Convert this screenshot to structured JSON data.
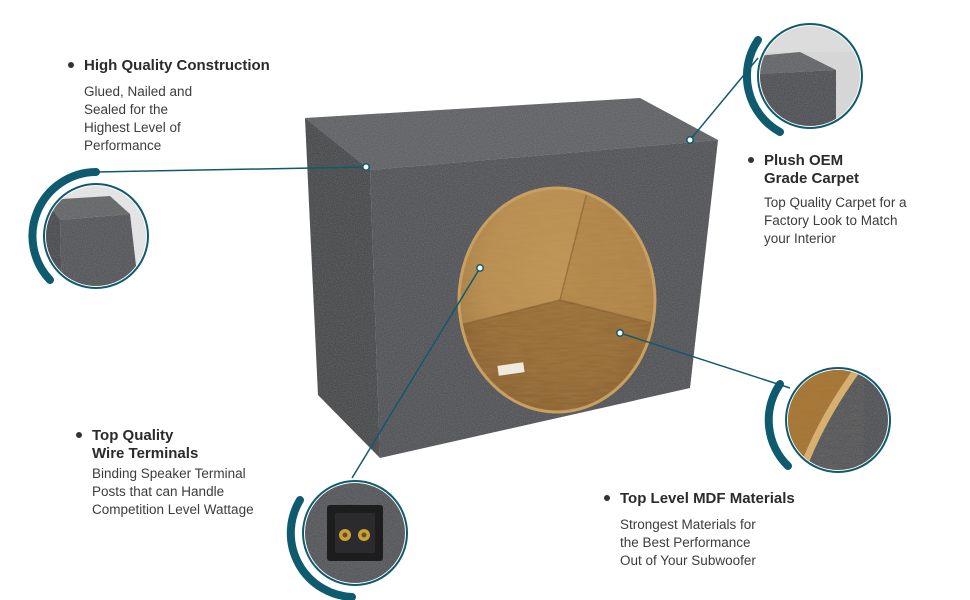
{
  "colors": {
    "accent_teal": "#0e5a6e",
    "carpet_gray": "#4a4b4d",
    "carpet_dark": "#3a3b3d",
    "mdf_tan": "#c79d5c",
    "text_dark": "#2b2b2b"
  },
  "features": {
    "construction": {
      "title": [
        "High Quality Construction"
      ],
      "desc": [
        "Glued, Nailed and",
        "Sealed for the",
        "Highest Level of",
        "Performance"
      ],
      "icon": "carpet-corner-detail"
    },
    "carpet": {
      "title": [
        "Plush OEM",
        "Grade Carpet"
      ],
      "desc": [
        "Top Quality Carpet for a",
        "Factory Look to Match",
        "your Interior"
      ],
      "icon": "carpet-edge-detail"
    },
    "terminals": {
      "title": [
        "Top Quality",
        "Wire Terminals"
      ],
      "desc": [
        "Binding Speaker Terminal",
        "Posts that can Handle",
        "Competition Level Wattage"
      ],
      "icon": "terminal-cup-detail"
    },
    "mdf": {
      "title": [
        "Top Level MDF Materials"
      ],
      "desc": [
        "Strongest Materials for",
        "the Best Performance",
        "Out of  Your Subwoofer"
      ],
      "icon": "mdf-cutout-detail"
    }
  }
}
